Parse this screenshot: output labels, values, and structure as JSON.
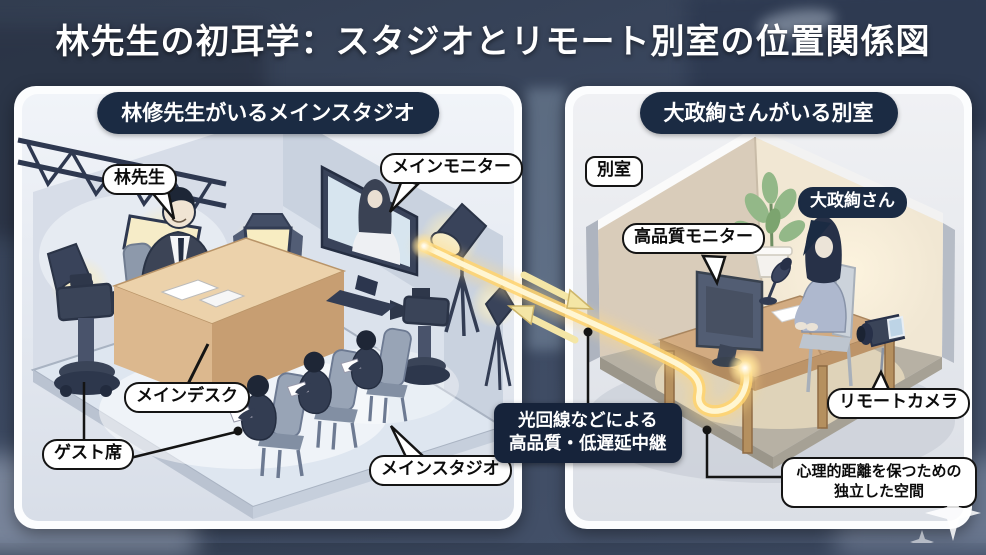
{
  "title": "林先生の初耳学：スタジオとリモート別室の位置関係図",
  "studio_panel": {
    "header": "林修先生がいるメインスタジオ",
    "labels": {
      "teacher": "林先生",
      "main_monitor": "メインモニター",
      "main_desk": "メインデスク",
      "guest_seats": "ゲスト席",
      "main_studio": "メインスタジオ"
    }
  },
  "remote_panel": {
    "header": "大政絢さんがいる別室",
    "labels": {
      "room": "別室",
      "hq_monitor": "高品質モニター",
      "guest_name": "大政絢さん",
      "remote_camera": "リモートカメラ",
      "note_line1": "心理的距離を保つための",
      "note_line2": "独立した空間"
    }
  },
  "connection": {
    "line1": "光回線などによる",
    "line2": "高品質・低遅延中継"
  },
  "colors": {
    "background": "#3b4860",
    "accent_navy": "#1b2b43",
    "label_border": "#141414",
    "beam_core": "#fff6d2",
    "beam_glow": "#ffd36e",
    "studio_floor": "#dee6f0",
    "room_wall": "#f1e7d3",
    "desk_wood": "#d2ab81"
  }
}
